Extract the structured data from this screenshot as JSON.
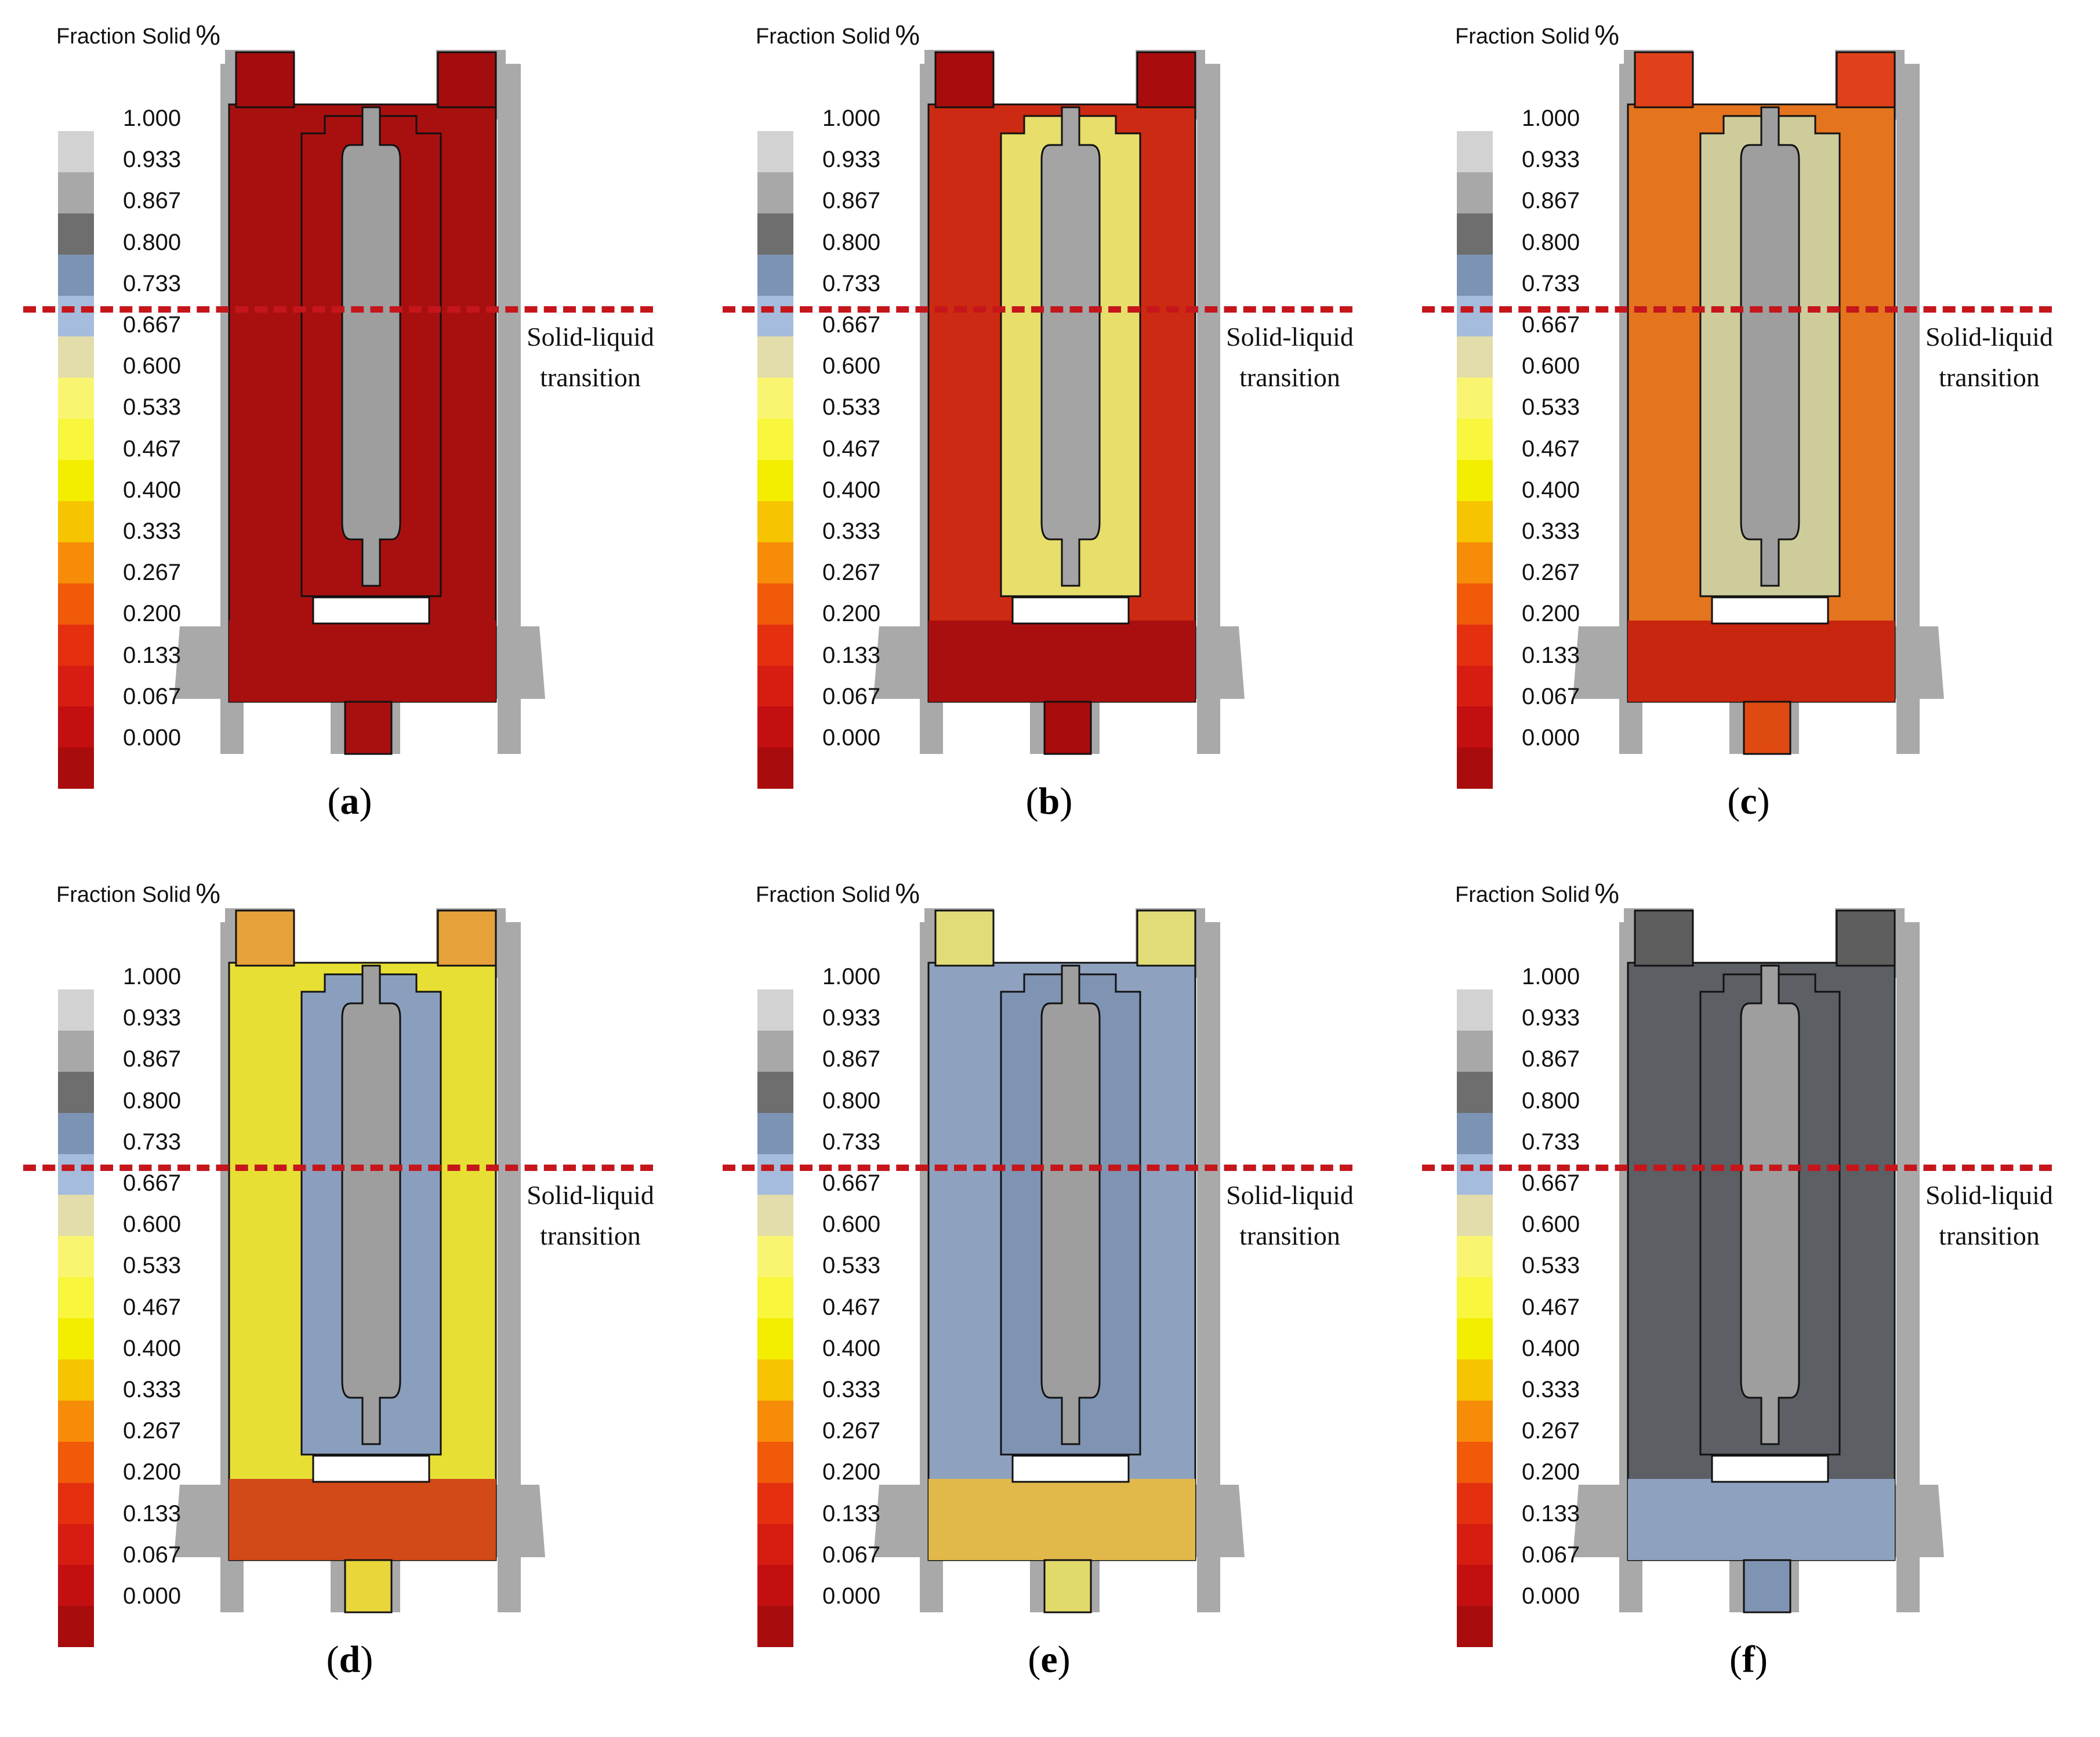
{
  "legend": {
    "title": "Fraction Solid",
    "unit": "%",
    "ticks": [
      "1.000",
      "0.933",
      "0.867",
      "0.800",
      "0.733",
      "0.667",
      "0.600",
      "0.533",
      "0.467",
      "0.400",
      "0.333",
      "0.267",
      "0.200",
      "0.133",
      "0.067",
      "0.000"
    ],
    "colors": [
      "#d2d2d2",
      "#a8a8a8",
      "#6e6e6e",
      "#7d93b3",
      "#a5bcdc",
      "#e2ddaa",
      "#faf571",
      "#f8f63d",
      "#f3ee00",
      "#f6c400",
      "#f78c08",
      "#f05a08",
      "#e4300f",
      "#d71c12",
      "#c40f10",
      "#a80c0c"
    ]
  },
  "transition_label": {
    "line1": "Solid-liquid",
    "line2": "transition"
  },
  "transition_color": "#c5161b",
  "panels": [
    {
      "caption_open": "(",
      "letter": "a",
      "caption_close": ")",
      "outer": "#a8100f",
      "inner": "#a8100f",
      "bottom": "#a8100f",
      "sprue": "#a8100f",
      "core": "#9e9e9e",
      "risers": "#a40d0d"
    },
    {
      "caption_open": "(",
      "letter": "b",
      "caption_close": ")",
      "outer": "#cc2a12",
      "inner": "#e7de6c",
      "bottom": "#a90f0f",
      "sprue": "#a80c0c",
      "core": "#a4a4a4",
      "risers": "#a80c0c"
    },
    {
      "caption_open": "(",
      "letter": "c",
      "caption_close": ")",
      "outer": "#e4741d",
      "inner": "#cfcc9c",
      "bottom": "#c8260f",
      "sprue": "#de4a12",
      "core": "#9e9e9e",
      "risers": "#e0411a"
    },
    {
      "caption_open": "(",
      "letter": "d",
      "caption_close": ")",
      "outer": "#e8df34",
      "inner": "#8a9fbd",
      "bottom": "#d24a17",
      "sprue": "#e8d63b",
      "core": "#9e9e9e",
      "risers": "#e6a13a"
    },
    {
      "caption_open": "(",
      "letter": "e",
      "caption_close": ")",
      "outer": "#8ea2bf",
      "inner": "#7f93b2",
      "bottom": "#e1b84a",
      "sprue": "#e2d96b",
      "core": "#9e9e9e",
      "risers": "#e1dc77"
    },
    {
      "caption_open": "(",
      "letter": "f",
      "caption_close": ")",
      "outer": "#5c5f64",
      "inner": "#5c5f64",
      "bottom": "#8ea2bf",
      "sprue": "#7f93b2",
      "core": "#9e9e9e",
      "risers": "#5e5e5e"
    }
  ]
}
